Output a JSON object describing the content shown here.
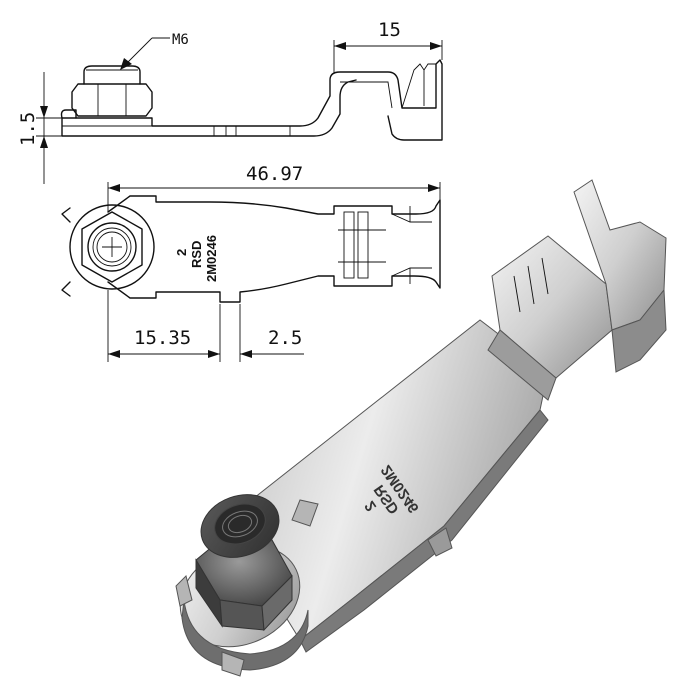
{
  "diagram": {
    "thread_callout": "M6",
    "dimensions": {
      "crimp_length": "15",
      "plate_thickness": "1.5",
      "overall_length": "46.97",
      "stud_to_tab": "15.35",
      "tab_width": "2.5"
    },
    "stamp_marking": {
      "line1": "2",
      "line2": "RSD",
      "line3": "2M0246"
    }
  }
}
